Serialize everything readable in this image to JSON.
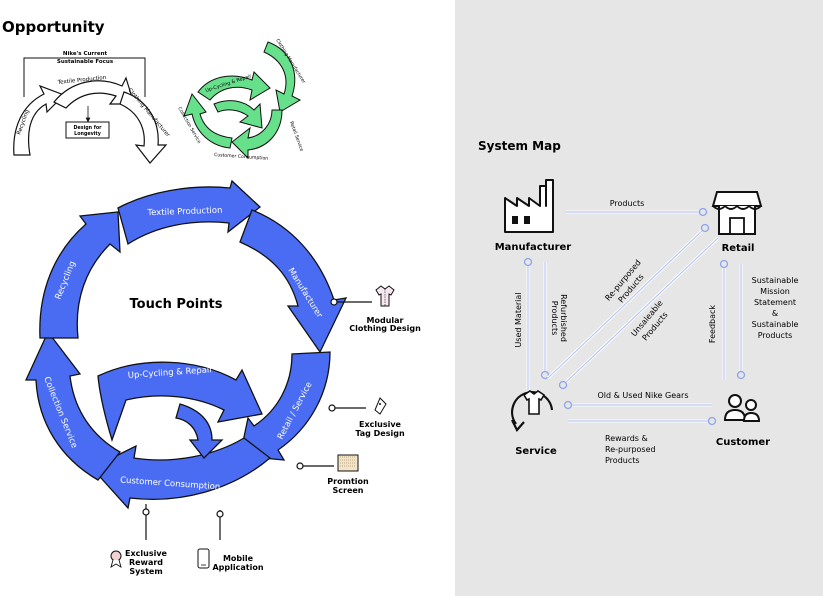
{
  "left": {
    "title": "Opportunity",
    "current_focus": {
      "label_line1": "Nike's Current",
      "label_line2": "Sustainable Focus",
      "recycling": "Recycling",
      "textile": "Textile Production",
      "clothing": "Clothing Manufacturer",
      "design_line1": "Design for",
      "design_line2": "Longevity"
    },
    "green_cycle": {
      "clothing_manufacturer": "Clothing Manufacturer",
      "upcycling": "Up-Cycling & Repair",
      "retail": "Retail Service",
      "collection": "Collection Service",
      "consumption": "Customer Consumption"
    },
    "touch_points": {
      "title": "Touch Points",
      "segments": {
        "textile": "Textile Production",
        "manufacturer": "Manufacturer",
        "retail": "Retail / Service",
        "consumption": "Customer Consumption",
        "collection": "Collection Service",
        "recycling": "Recycling",
        "upcycling": "Up-Cycling & Repair"
      },
      "callouts": {
        "modular_line1": "Modular",
        "modular_line2": "Clothing Design",
        "tag_line1": "Exclusive",
        "tag_line2": "Tag Design",
        "promo_line1": "Promtion",
        "promo_line2": "Screen",
        "reward_line1": "Exclusive",
        "reward_line2": "Reward",
        "reward_line3": "System",
        "mobile_line1": "Mobile",
        "mobile_line2": "Application"
      }
    }
  },
  "right": {
    "title": "System Map",
    "nodes": {
      "manufacturer": "Manufacturer",
      "retail": "Retail",
      "service": "Service",
      "customer": "Customer"
    },
    "edges": {
      "products": "Products",
      "used_material": "Used Material",
      "refurbished_line1": "Refurbished",
      "refurbished_line2": "Products",
      "repurposed_line1": "Re-purposed",
      "repurposed_line2": "Products",
      "unsaleable_line1": "Unsaleable",
      "unsaleable_line2": "Products",
      "feedback": "Feedback",
      "statement_line1": "Sustainable",
      "statement_line2": "Mission",
      "statement_line3": "Statement",
      "statement_line4": "&",
      "statement_line5": "Sustainable",
      "statement_line6": "Products",
      "old_used": "Old & Used Nike Gears",
      "rewards_line1": "Rewards &",
      "rewards_line2": "Re-purposed",
      "rewards_line3": "Products"
    }
  },
  "colors": {
    "blue": "#4a6cf2",
    "green": "#66e08a",
    "panel": "#e6e6e6",
    "line": "#b8c7f2"
  }
}
